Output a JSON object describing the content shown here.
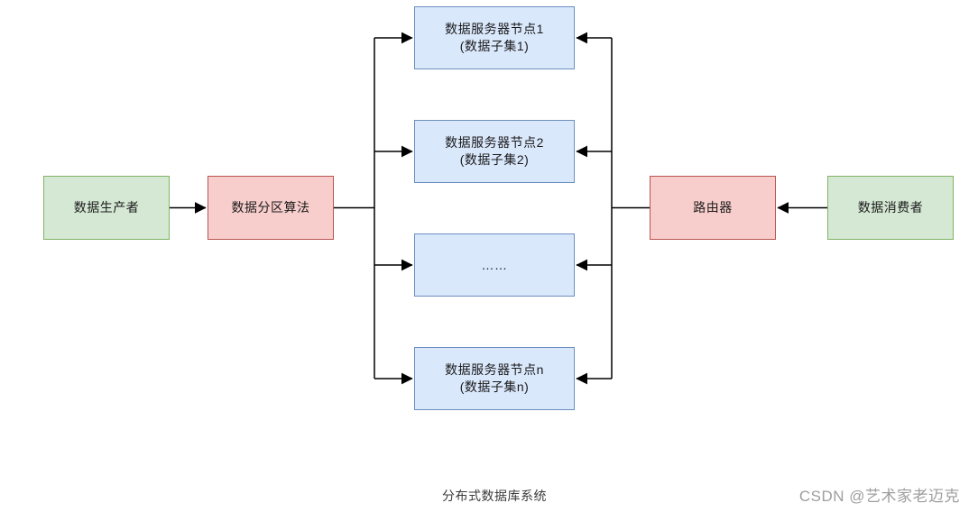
{
  "diagram": {
    "caption": "分布式数据库系统",
    "watermark": "CSDN @艺术家老迈克",
    "producer": {
      "label": "数据生产者"
    },
    "partition_algorithm": {
      "label": "数据分区算法"
    },
    "server_nodes": [
      {
        "title": "数据服务器节点1",
        "subtitle": "(数据子集1)"
      },
      {
        "title": "数据服务器节点2",
        "subtitle": "(数据子集2)"
      },
      {
        "title": "……",
        "subtitle": ""
      },
      {
        "title": "数据服务器节点n",
        "subtitle": "(数据子集n)"
      }
    ],
    "router": {
      "label": "路由器"
    },
    "consumer": {
      "label": "数据消费者"
    },
    "colors": {
      "green_fill": "#d5e8d4",
      "green_border": "#82b366",
      "red_fill": "#f8cecc",
      "red_border": "#b85450",
      "blue_fill": "#dae8fc",
      "blue_border": "#6c8ebf",
      "connector": "#000000",
      "caption_text": "#3b3b3b",
      "watermark_text": "#9e9e9e"
    }
  }
}
